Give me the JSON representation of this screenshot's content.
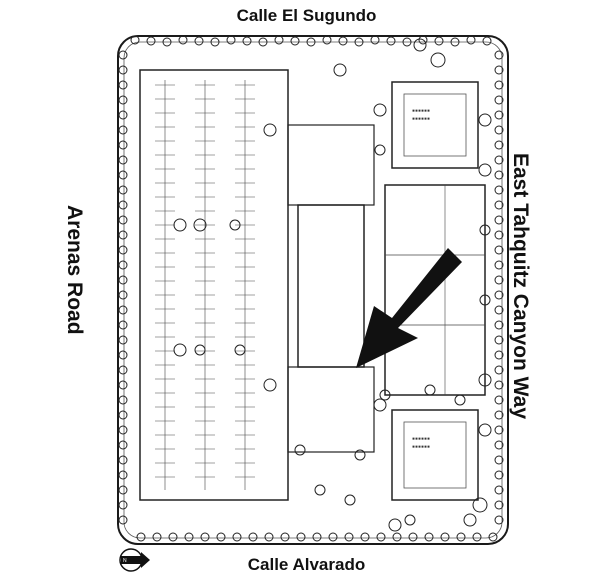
{
  "streets": {
    "top": "Calle El Sugundo",
    "bottom": "Calle Alvarado",
    "left": "Arenas Road",
    "right": "East Tahquitz Canyon Way"
  },
  "colors": {
    "ink": "#1a1a1a",
    "arrow": "#111111",
    "background": "#ffffff"
  },
  "map": {
    "compass_icon": "north-arrow-icon",
    "highlight_arrow_icon": "pointer-arrow-icon"
  }
}
